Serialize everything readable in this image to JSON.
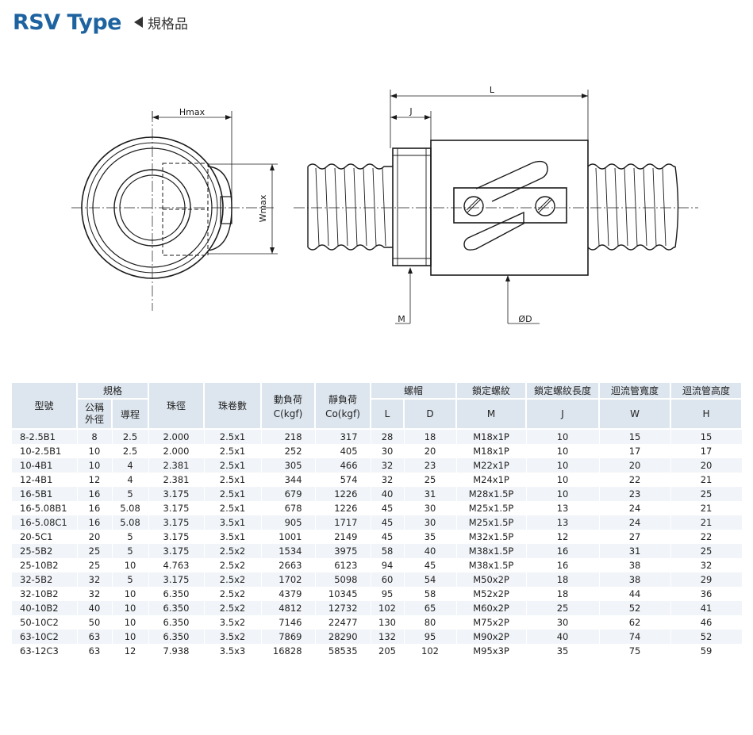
{
  "header": {
    "title": "RSV Type",
    "subtitle": "規格品"
  },
  "drawing": {
    "labels": {
      "hmax": "Hmax",
      "wmax": "Wmax",
      "l": "L",
      "j": "J",
      "m": "M",
      "d": "ØD"
    },
    "line_color": "#1a1a1a"
  },
  "table": {
    "group_headers": {
      "model": "型號",
      "spec": "規格",
      "ball_dia": "珠徑",
      "turns": "珠卷數",
      "dyn_load": "動負荷",
      "dyn_load_unit": "C(kgf)",
      "static_load": "靜負荷",
      "static_load_unit": "Co(kgf)",
      "nut": "螺帽",
      "lock_thread": "鎖定螺紋",
      "lock_thread_len": "鎖定螺紋長度",
      "return_width": "迴流管寬度",
      "return_height": "迴流管高度"
    },
    "sub_headers": {
      "od": "公稱\n外徑",
      "lead": "導程",
      "l": "L",
      "d": "D",
      "m": "M",
      "j": "J",
      "w": "W",
      "h": "H"
    },
    "rows": [
      [
        "8-2.5B1",
        "8",
        "2.5",
        "2.000",
        "2.5x1",
        "218",
        "317",
        "28",
        "18",
        "M18x1P",
        "10",
        "15",
        "15"
      ],
      [
        "10-2.5B1",
        "10",
        "2.5",
        "2.000",
        "2.5x1",
        "252",
        "405",
        "30",
        "20",
        "M18x1P",
        "10",
        "17",
        "17"
      ],
      [
        "10-4B1",
        "10",
        "4",
        "2.381",
        "2.5x1",
        "305",
        "466",
        "32",
        "23",
        "M22x1P",
        "10",
        "20",
        "20"
      ],
      [
        "12-4B1",
        "12",
        "4",
        "2.381",
        "2.5x1",
        "344",
        "574",
        "32",
        "25",
        "M24x1P",
        "10",
        "22",
        "21"
      ],
      [
        "16-5B1",
        "16",
        "5",
        "3.175",
        "2.5x1",
        "679",
        "1226",
        "40",
        "31",
        "M28x1.5P",
        "10",
        "23",
        "25"
      ],
      [
        "16-5.08B1",
        "16",
        "5.08",
        "3.175",
        "2.5x1",
        "678",
        "1226",
        "45",
        "30",
        "M25x1.5P",
        "13",
        "24",
        "21"
      ],
      [
        "16-5.08C1",
        "16",
        "5.08",
        "3.175",
        "3.5x1",
        "905",
        "1717",
        "45",
        "30",
        "M25x1.5P",
        "13",
        "24",
        "21"
      ],
      [
        "20-5C1",
        "20",
        "5",
        "3.175",
        "3.5x1",
        "1001",
        "2149",
        "45",
        "35",
        "M32x1.5P",
        "12",
        "27",
        "22"
      ],
      [
        "25-5B2",
        "25",
        "5",
        "3.175",
        "2.5x2",
        "1534",
        "3975",
        "58",
        "40",
        "M38x1.5P",
        "16",
        "31",
        "25"
      ],
      [
        "25-10B2",
        "25",
        "10",
        "4.763",
        "2.5x2",
        "2663",
        "6123",
        "94",
        "45",
        "M38x1.5P",
        "16",
        "38",
        "32"
      ],
      [
        "32-5B2",
        "32",
        "5",
        "3.175",
        "2.5x2",
        "1702",
        "5098",
        "60",
        "54",
        "M50x2P",
        "18",
        "38",
        "29"
      ],
      [
        "32-10B2",
        "32",
        "10",
        "6.350",
        "2.5x2",
        "4379",
        "10345",
        "95",
        "58",
        "M52x2P",
        "18",
        "44",
        "36"
      ],
      [
        "40-10B2",
        "40",
        "10",
        "6.350",
        "2.5x2",
        "4812",
        "12732",
        "102",
        "65",
        "M60x2P",
        "25",
        "52",
        "41"
      ],
      [
        "50-10C2",
        "50",
        "10",
        "6.350",
        "3.5x2",
        "7146",
        "22477",
        "130",
        "80",
        "M75x2P",
        "30",
        "62",
        "46"
      ],
      [
        "63-10C2",
        "63",
        "10",
        "6.350",
        "3.5x2",
        "7869",
        "28290",
        "132",
        "95",
        "M90x2P",
        "40",
        "74",
        "52"
      ],
      [
        "63-12C3",
        "63",
        "12",
        "7.938",
        "3.5x3",
        "16828",
        "58535",
        "205",
        "102",
        "M95x3P",
        "35",
        "75",
        "59"
      ]
    ],
    "header_bg": "#dde6ef",
    "stripe_bg": "#f1f4f8"
  },
  "brand": {
    "title_color": "#1e63a0"
  }
}
